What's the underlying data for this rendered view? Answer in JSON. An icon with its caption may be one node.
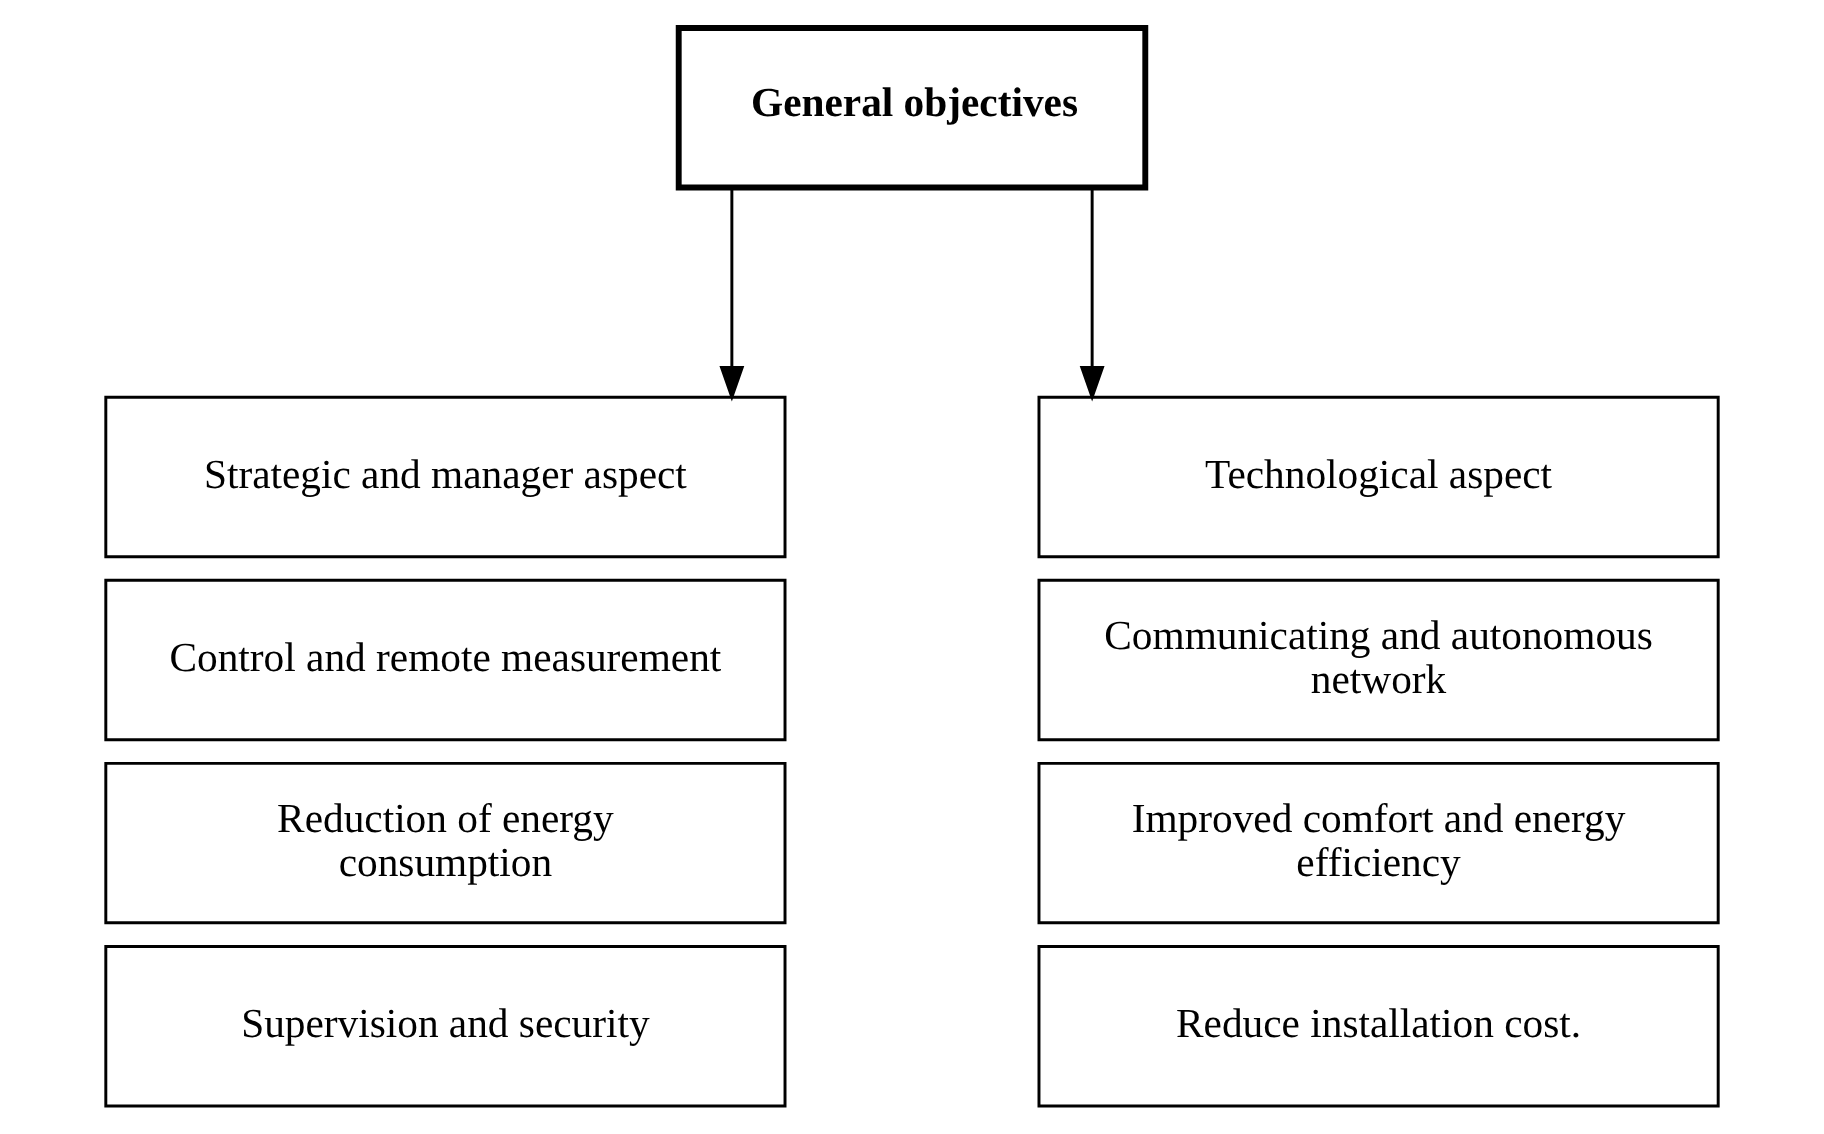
{
  "diagram": {
    "nodes": [
      {
        "text": [
          "General objectives"
        ]
      },
      {
        "text": [
          "Strategic and manager aspect"
        ]
      },
      {
        "text": [
          "Control and remote measurement"
        ]
      },
      {
        "text": [
          "Reduction of energy consumption"
        ]
      },
      {
        "text": [
          "Supervision and security"
        ]
      },
      {
        "text": [
          "Technological aspect"
        ]
      },
      {
        "text": [
          "Communicating and autonomous network"
        ]
      },
      {
        "text": [
          "Improved comfort and energy efficiency"
        ]
      },
      {
        "text": [
          "Reduce installation cost."
        ]
      }
    ],
    "edges": [
      {
        "from": 0,
        "to": 1,
        "arrow": "to"
      },
      {
        "from": 0,
        "to": 5,
        "arrow": "to"
      }
    ]
  }
}
